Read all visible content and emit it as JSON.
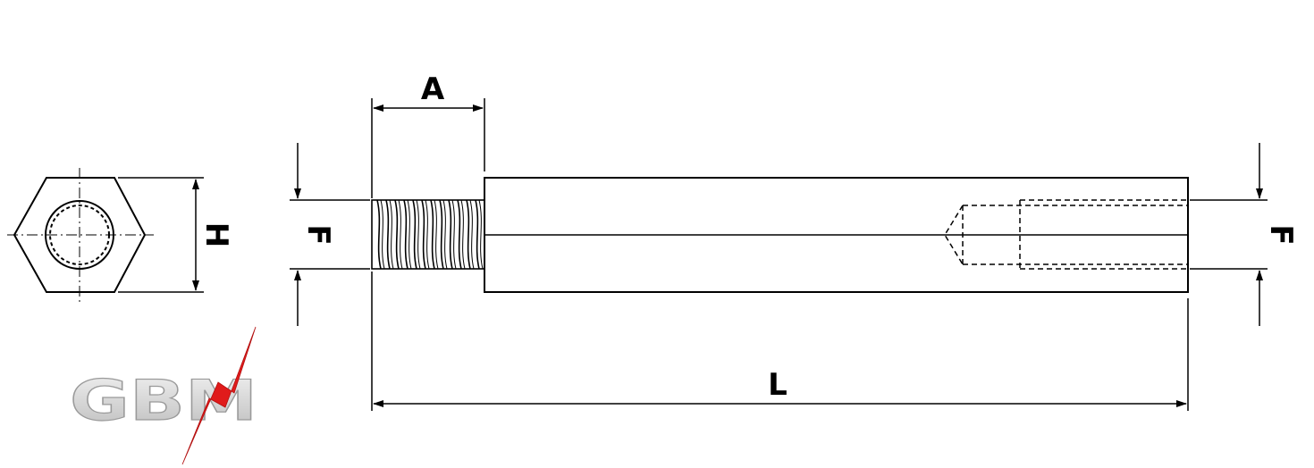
{
  "labels": {
    "hex": "H",
    "thread_left": "F",
    "thread_right": "F",
    "male_length": "A",
    "total_length": "L"
  },
  "logo": {
    "text": "GBM",
    "colors": {
      "letters": "#d8d8d8",
      "bolt": "#e01b1b"
    }
  },
  "colors": {
    "line": "#000000",
    "background": "#ffffff"
  }
}
